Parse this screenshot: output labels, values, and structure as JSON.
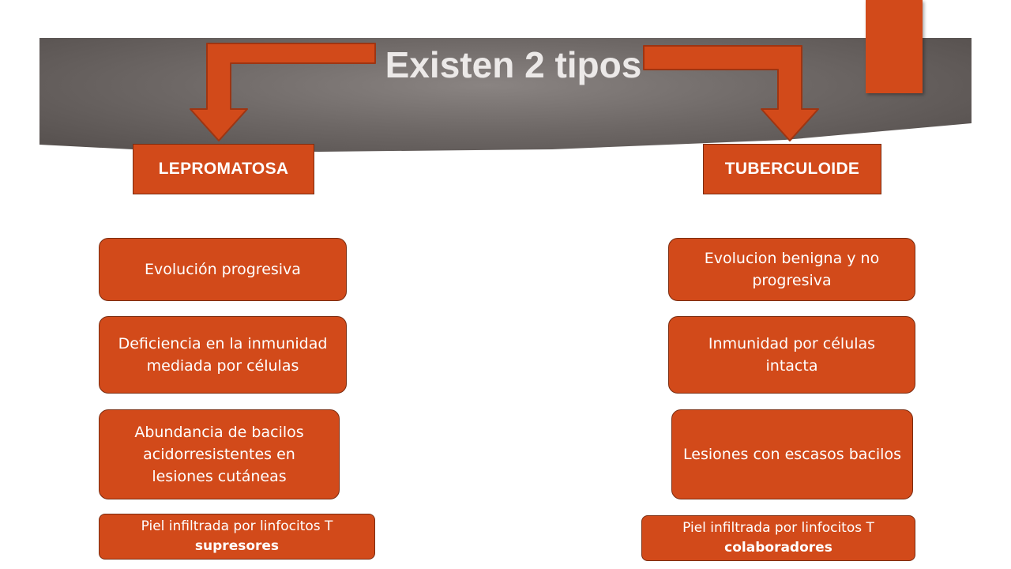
{
  "title": "Existen 2 tipos",
  "colors": {
    "accent": "#d24a1a",
    "banner": "#6e6866",
    "title_text": "#ece9e8"
  },
  "types": {
    "left": {
      "label": "LEPROMATOSA",
      "features": [
        "Evolución progresiva",
        "Deficiencia en la inmunidad mediada por células",
        "Abundancia de bacilos acidorresistentes en lesiones cutáneas"
      ],
      "infiltrate": {
        "text": "Piel infiltrada por linfocitos T",
        "emphasis": "supresores"
      }
    },
    "right": {
      "label": "TUBERCULOIDE",
      "features": [
        "Evolucion benigna y no progresiva",
        "Inmunidad por células intacta",
        "Lesiones con escasos bacilos"
      ],
      "infiltrate": {
        "text": "Piel infiltrada por linfocitos T",
        "emphasis": "colaboradores"
      }
    }
  }
}
